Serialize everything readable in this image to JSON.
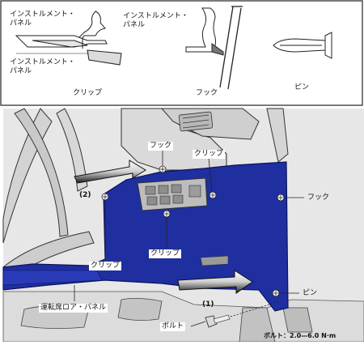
{
  "legend": {
    "clip_detail": {
      "top_label": "インストルメント・\nパネル",
      "bottom_label": "インストルメント・\nパネル",
      "caption": "クリップ"
    },
    "hook_detail": {
      "label": "インストルメント・\nパネル",
      "caption": "フック"
    },
    "pin_detail": {
      "caption": "ピン"
    }
  },
  "callouts": {
    "hook_top": "フック",
    "clip_top": "クリップ",
    "hook_right": "フック",
    "step_2": "(2)",
    "clip_center": "クリップ",
    "clip_left": "クリップ",
    "pin": "ピン",
    "step_1": "(1)",
    "lower_panel": "運転席ロア・パネル",
    "bolt": "ボルト",
    "torque": "ボルト：2.0—6.0 N·m"
  },
  "colors": {
    "panel_fill": "#1f2fa0",
    "panel_stroke": "#0b145e",
    "line": "#222222"
  }
}
